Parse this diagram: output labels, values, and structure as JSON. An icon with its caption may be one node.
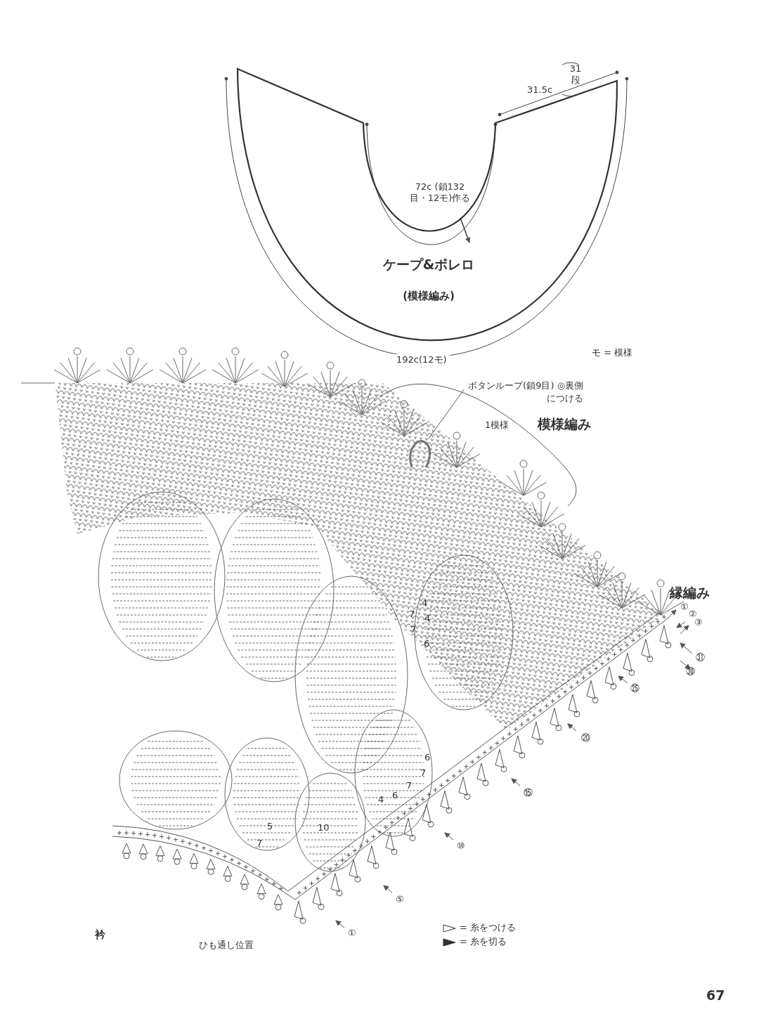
{
  "diagram": {
    "nodes": [
      {
        "text": [
          "ケープ&ボレロ",
          "(模様編み)"
        ]
      },
      {
        "text": [
          "ボタンループ(鎖9目) ◎裏側につける"
        ]
      },
      {
        "text": [],
        "shape": "picture"
      }
    ],
    "edges": [
      {
        "from": 1,
        "to": 2,
        "arrow": "none"
      }
    ],
    "labels": [
      "31段",
      "31.5c",
      "72c (鎖132目・12モ)作る",
      "192c(12モ)",
      "モ = 模様",
      "1模様",
      "模様編み",
      "縁編み",
      "①",
      "②",
      "③",
      "㉛",
      "㉚",
      "㉕",
      "⑳",
      "⑮",
      "4",
      "7",
      "4",
      "7",
      "6",
      "6",
      "7",
      "7",
      "4",
      "6",
      "5",
      "10",
      "7",
      "⑩",
      "⑤",
      "衿",
      "ひも通し位置",
      "①",
      "67"
    ],
    "legend": [
      {
        "text": "= 糸をつける"
      },
      {
        "text": "= 糸を切る"
      }
    ]
  }
}
